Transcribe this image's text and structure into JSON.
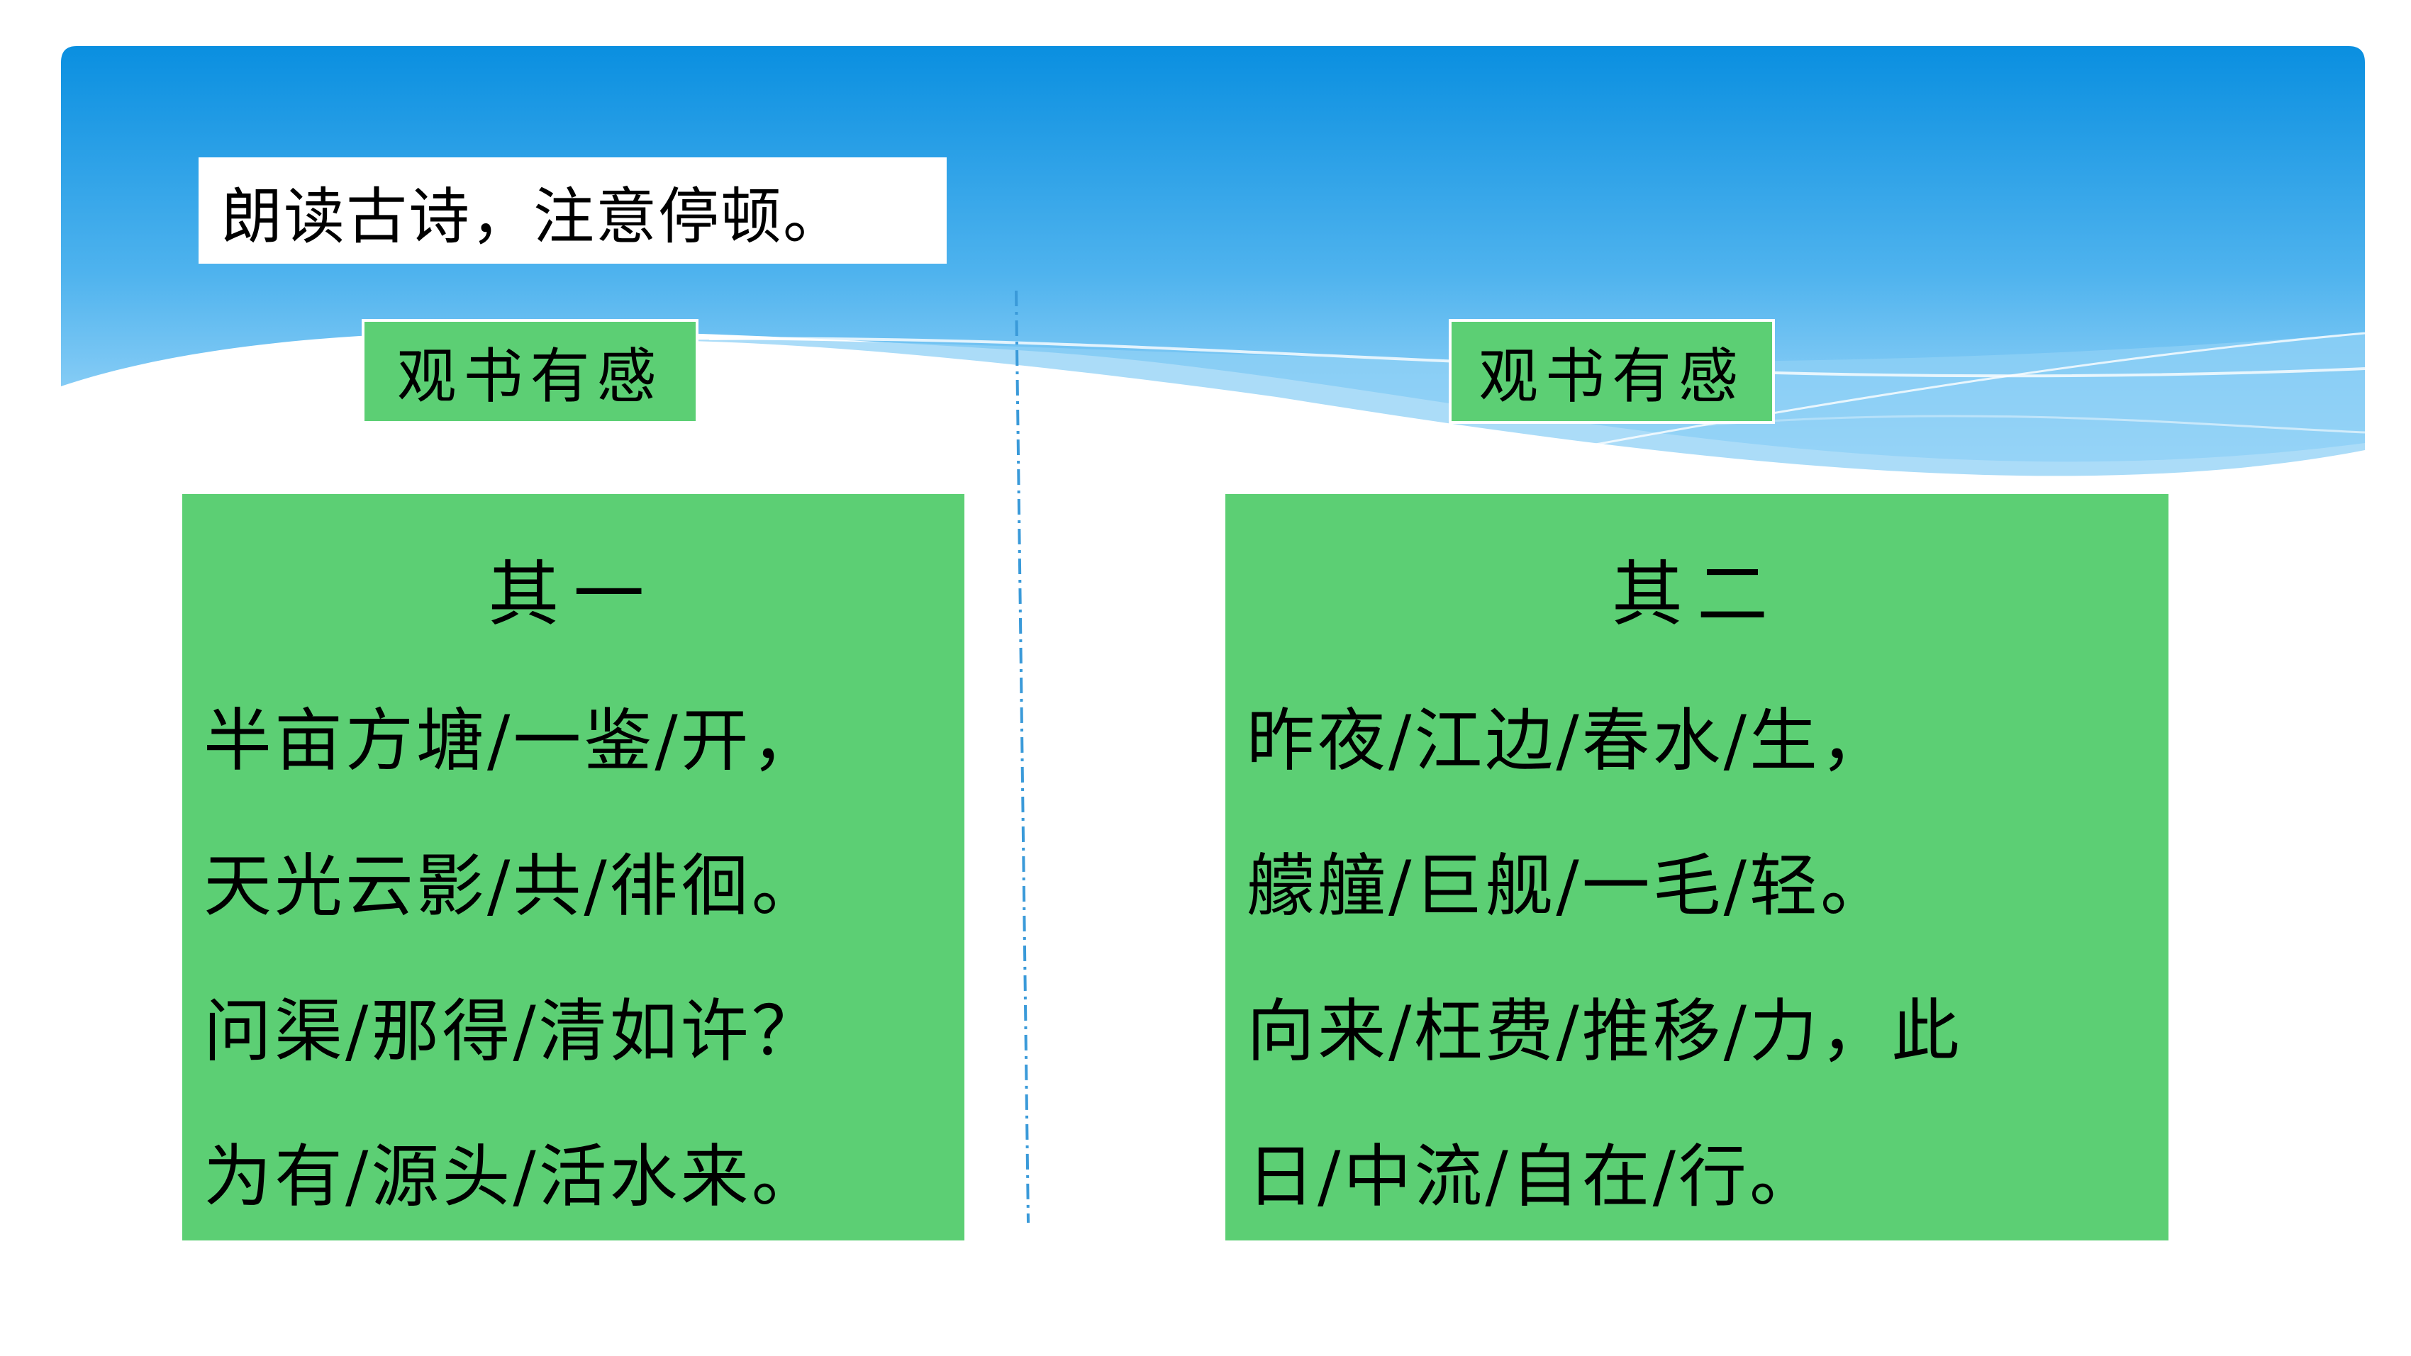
{
  "instruction": "朗读古诗，注意停顿。",
  "poem_title": "观书有感",
  "poems": [
    {
      "title": "其一",
      "lines": [
        "半亩方塘/一鉴/开，",
        "天光云影/共/徘徊。",
        "问渠/那得/清如许？",
        "为有/源头/活水来。"
      ]
    },
    {
      "title": "其二",
      "lines": [
        "昨夜/江边/春水/生，",
        "艨艟/巨舰/一毛/轻。",
        "向来/枉费/推移/力，此",
        "日/中流/自在/行。"
      ]
    }
  ],
  "colors": {
    "banner_top": "#0a8fe0",
    "banner_bottom": "#8fd0f6",
    "card_green": "#5ccf74",
    "divider": "#3a9ad9"
  }
}
